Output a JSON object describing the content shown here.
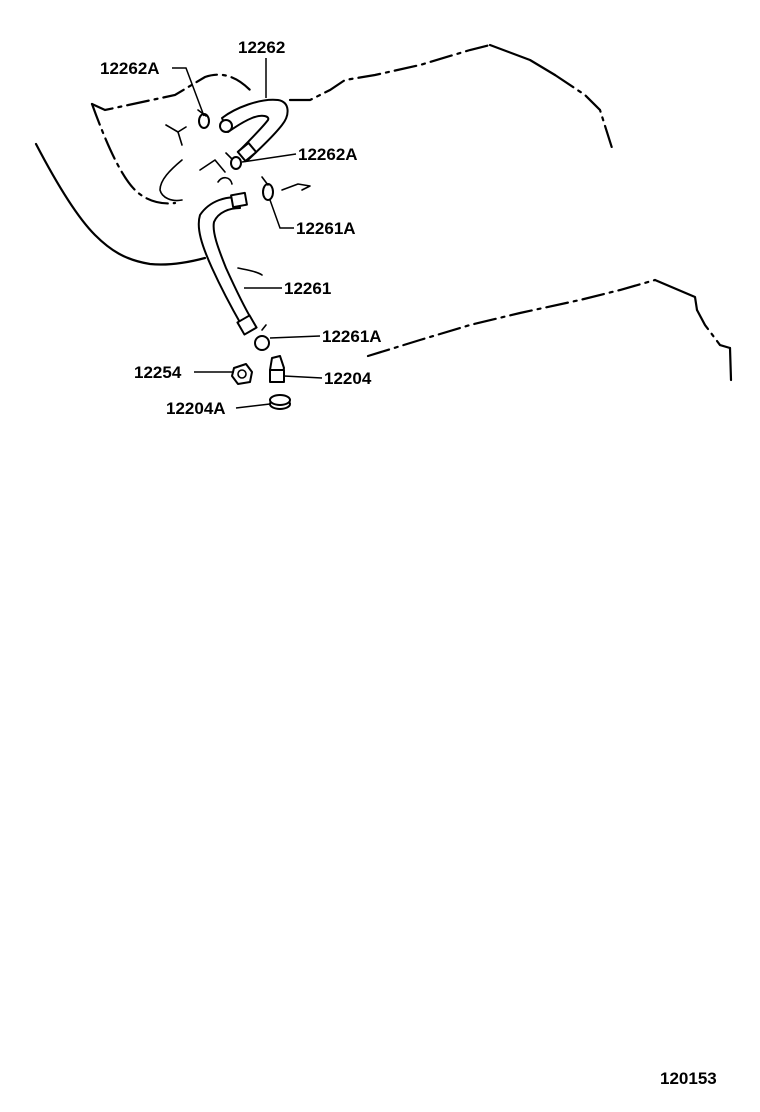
{
  "diagram": {
    "part_labels": {
      "p12262": "12262",
      "p12262A_top": "12262A",
      "p12262A_mid": "12262A",
      "p12261A_upper": "12261A",
      "p12261": "12261",
      "p12261A_lower": "12261A",
      "p12254": "12254",
      "p12204": "12204",
      "p12204A": "12204A"
    },
    "reference_number": "120153"
  }
}
